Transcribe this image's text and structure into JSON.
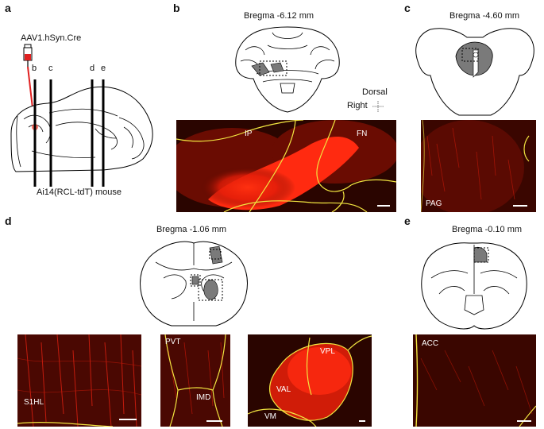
{
  "panels": {
    "a": {
      "letter": "a",
      "virus": "AAV1.hSyn.Cre",
      "cuts": [
        "b",
        "c",
        "d",
        "e"
      ],
      "mouse": "Ai14(RCL-tdT) mouse"
    },
    "b": {
      "letter": "b",
      "bregma": "Bregma -6.12 mm",
      "orient_dorsal": "Dorsal",
      "orient_right": "Right",
      "regions": [
        "IP",
        "FN"
      ]
    },
    "c": {
      "letter": "c",
      "bregma": "Bregma -4.60 mm",
      "regions": [
        "PAG"
      ]
    },
    "d": {
      "letter": "d",
      "bregma": "Bregma -1.06 mm",
      "regions_left": [
        "S1HL"
      ],
      "regions_mid": [
        "PVT",
        "IMD"
      ],
      "regions_right": [
        "VPL",
        "VAL",
        "VM"
      ]
    },
    "e": {
      "letter": "e",
      "bregma": "Bregma -0.10 mm",
      "regions": [
        "ACC"
      ]
    }
  },
  "colors": {
    "tissue_bg": "#2a0500",
    "signal": "#ff2a10",
    "boundary": "#f2e640",
    "region_fill": "#7a7a7a"
  }
}
